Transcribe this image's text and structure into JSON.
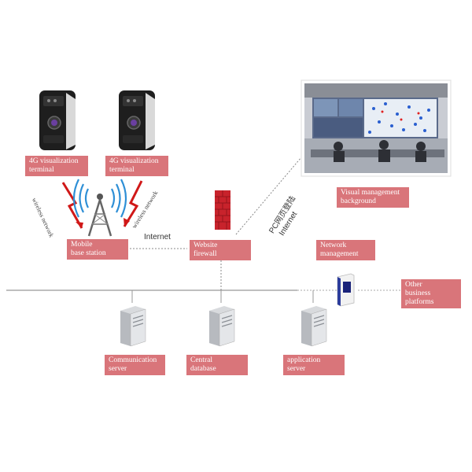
{
  "terminals": [
    {
      "label": "4G visualization\nterminal"
    },
    {
      "label": "4G visualization\nterminal"
    }
  ],
  "wireless_network_left": "wireless network",
  "wireless_network_right": "wireless network",
  "mobile_base_station": "Mobile\nbase station",
  "internet_horizontal": "Internet",
  "website_firewall": "Website\nfirewall",
  "pc_login": "PC网页登陆",
  "internet_diagonal": "Internet",
  "visual_management_background": "Visual management\nbackground",
  "network_management": "Network\nmanagement",
  "other_business_platforms": "Other\nbusiness platforms",
  "servers": [
    {
      "label": "Communication\nserver"
    },
    {
      "label": "Central\ndatabase"
    },
    {
      "label": "application\nserver"
    }
  ],
  "colors": {
    "label_bg": "#d9757a",
    "line": "#888888",
    "firewall": "#c8232c"
  }
}
